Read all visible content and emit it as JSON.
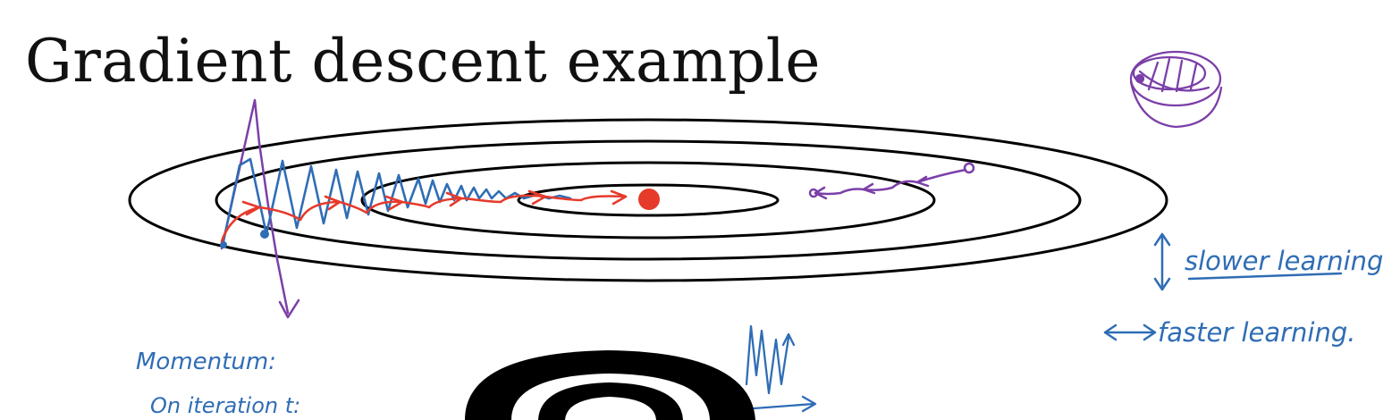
{
  "title": "Gradient descent example",
  "annotations": {
    "slower": "slower learning",
    "faster": "faster learning.",
    "momentum": "Momentum:",
    "iteration": "On iteration t:"
  },
  "colors": {
    "contour": "#000000",
    "oscillation": "#2f6db5",
    "momentum_path": "#e63a2b",
    "optimum": "#e63a2b",
    "purple_annotation": "#7b3fa8",
    "handwriting": "#2f6db5"
  }
}
